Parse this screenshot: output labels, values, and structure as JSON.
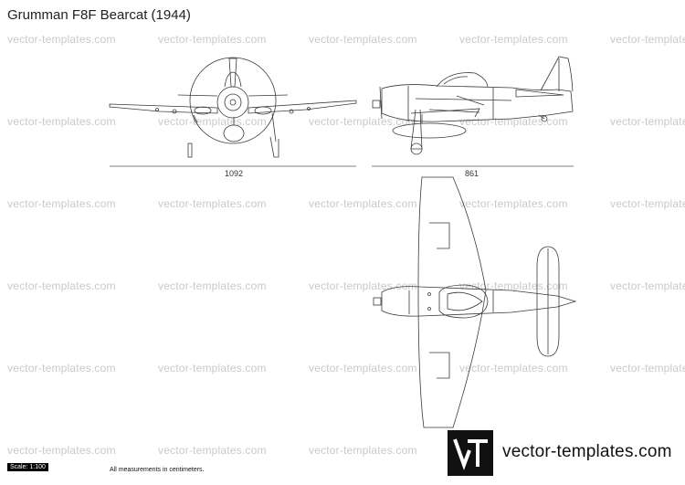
{
  "title": "Grumman F8F Bearcat (1944)",
  "watermark": "vector-templates.com",
  "dimensions": {
    "span": "1092",
    "length": "861"
  },
  "footer": {
    "scale": "Scale: 1:100",
    "note": "All measurements in centimeters."
  },
  "logo": {
    "mark": "VT",
    "text": "vector-templates.com",
    "icon": "vt-logo-icon"
  },
  "colors": {
    "line": "#3a3a3a",
    "watermark": "#c9c9c9",
    "logo_bg": "#111111"
  }
}
